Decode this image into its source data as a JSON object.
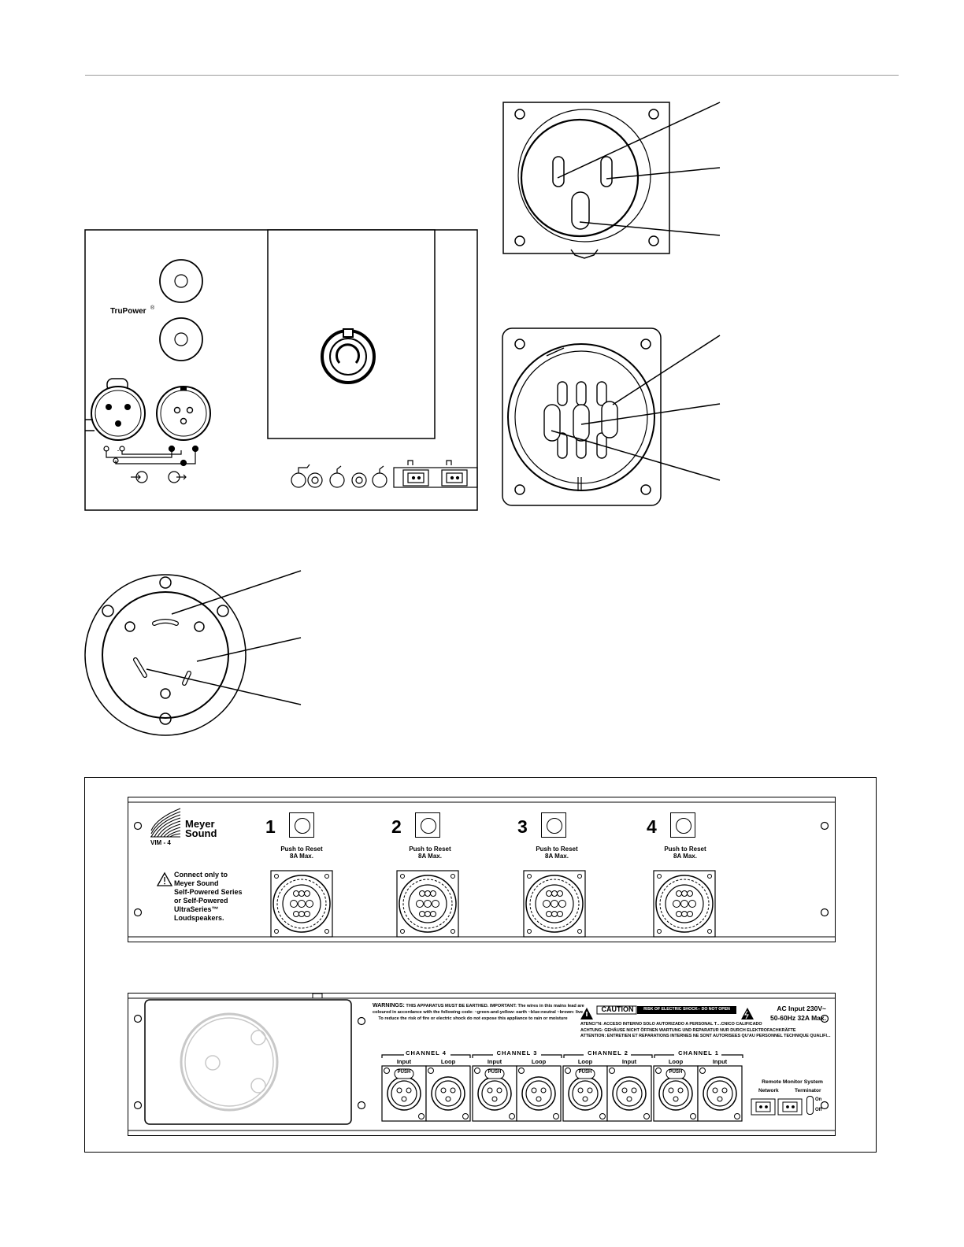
{
  "speaker_panel": {
    "brand_mark": "TruPower",
    "brand_reg": "®"
  },
  "vim4_front": {
    "logo_line1": "Meyer",
    "logo_line2": "Sound",
    "model": "VIM - 4",
    "warning_lines": [
      "Connect only to",
      "Meyer Sound",
      "Self-Powered Series",
      "or Self-Powered",
      "UltraSeries™",
      "Loudspeakers."
    ],
    "outputs": [
      {
        "number": "1",
        "reset_label": "Push to Reset",
        "rating": "8A Max."
      },
      {
        "number": "2",
        "reset_label": "Push to Reset",
        "rating": "8A Max."
      },
      {
        "number": "3",
        "reset_label": "Push to Reset",
        "rating": "8A Max."
      },
      {
        "number": "4",
        "reset_label": "Push to Reset",
        "rating": "8A Max."
      }
    ]
  },
  "vim4_rear": {
    "warnings_title": "WARNINGS:",
    "warnings_line1": "THIS APPARATUS MUST BE EARTHED. IMPORTANT: The wires in this mains lead are",
    "warnings_line2": "coloured in accordance with the following code: ~green-and-yellow: earth ~blue:neutral ~brown: live",
    "warnings_line3": "To reduce the risk of fire or electric shock do not expose this appliance to rain or moisture",
    "caution_label": "CAUTION",
    "caution_text": "RISK OF ELECTRIC SHOCK-- DO NOT OPEN",
    "atencion": "ATENCI\"N: ACCESO INTERNO SOLO AUTORIZADO A PERSONAL T…CNICO CALIFICADO",
    "achtung": "ACHTUNG: GEHÄUSE NICHT ÖFFNEN WARTUNG UND REPARATUR NUR DURCH ELEKTROFACHKRÄFTE",
    "attention": "ATTENTION: ENTRETIEN ET REPARATIONS INTERNES NE SONT AUTORISEES QU'AU PERSONNEL TECHNIQUE QUALIFI...",
    "ac_line1": "AC Input 230V~",
    "ac_line2": "50-60Hz  32A Max.",
    "channels": [
      {
        "label": "CHANNEL  4",
        "left": "Input",
        "right": "Loop"
      },
      {
        "label": "CHANNEL  3",
        "left": "Input",
        "right": "Loop"
      },
      {
        "label": "CHANNEL  2",
        "left": "Loop",
        "right": "Input"
      },
      {
        "label": "CHANNEL  1",
        "left": "Loop",
        "right": "Input"
      }
    ],
    "push_label": "PUSH",
    "rms_title": "Remote  Monitor  System",
    "rms_network": "Network",
    "rms_terminator": "Terminator",
    "switch_on": "On",
    "switch_off": "Off"
  }
}
